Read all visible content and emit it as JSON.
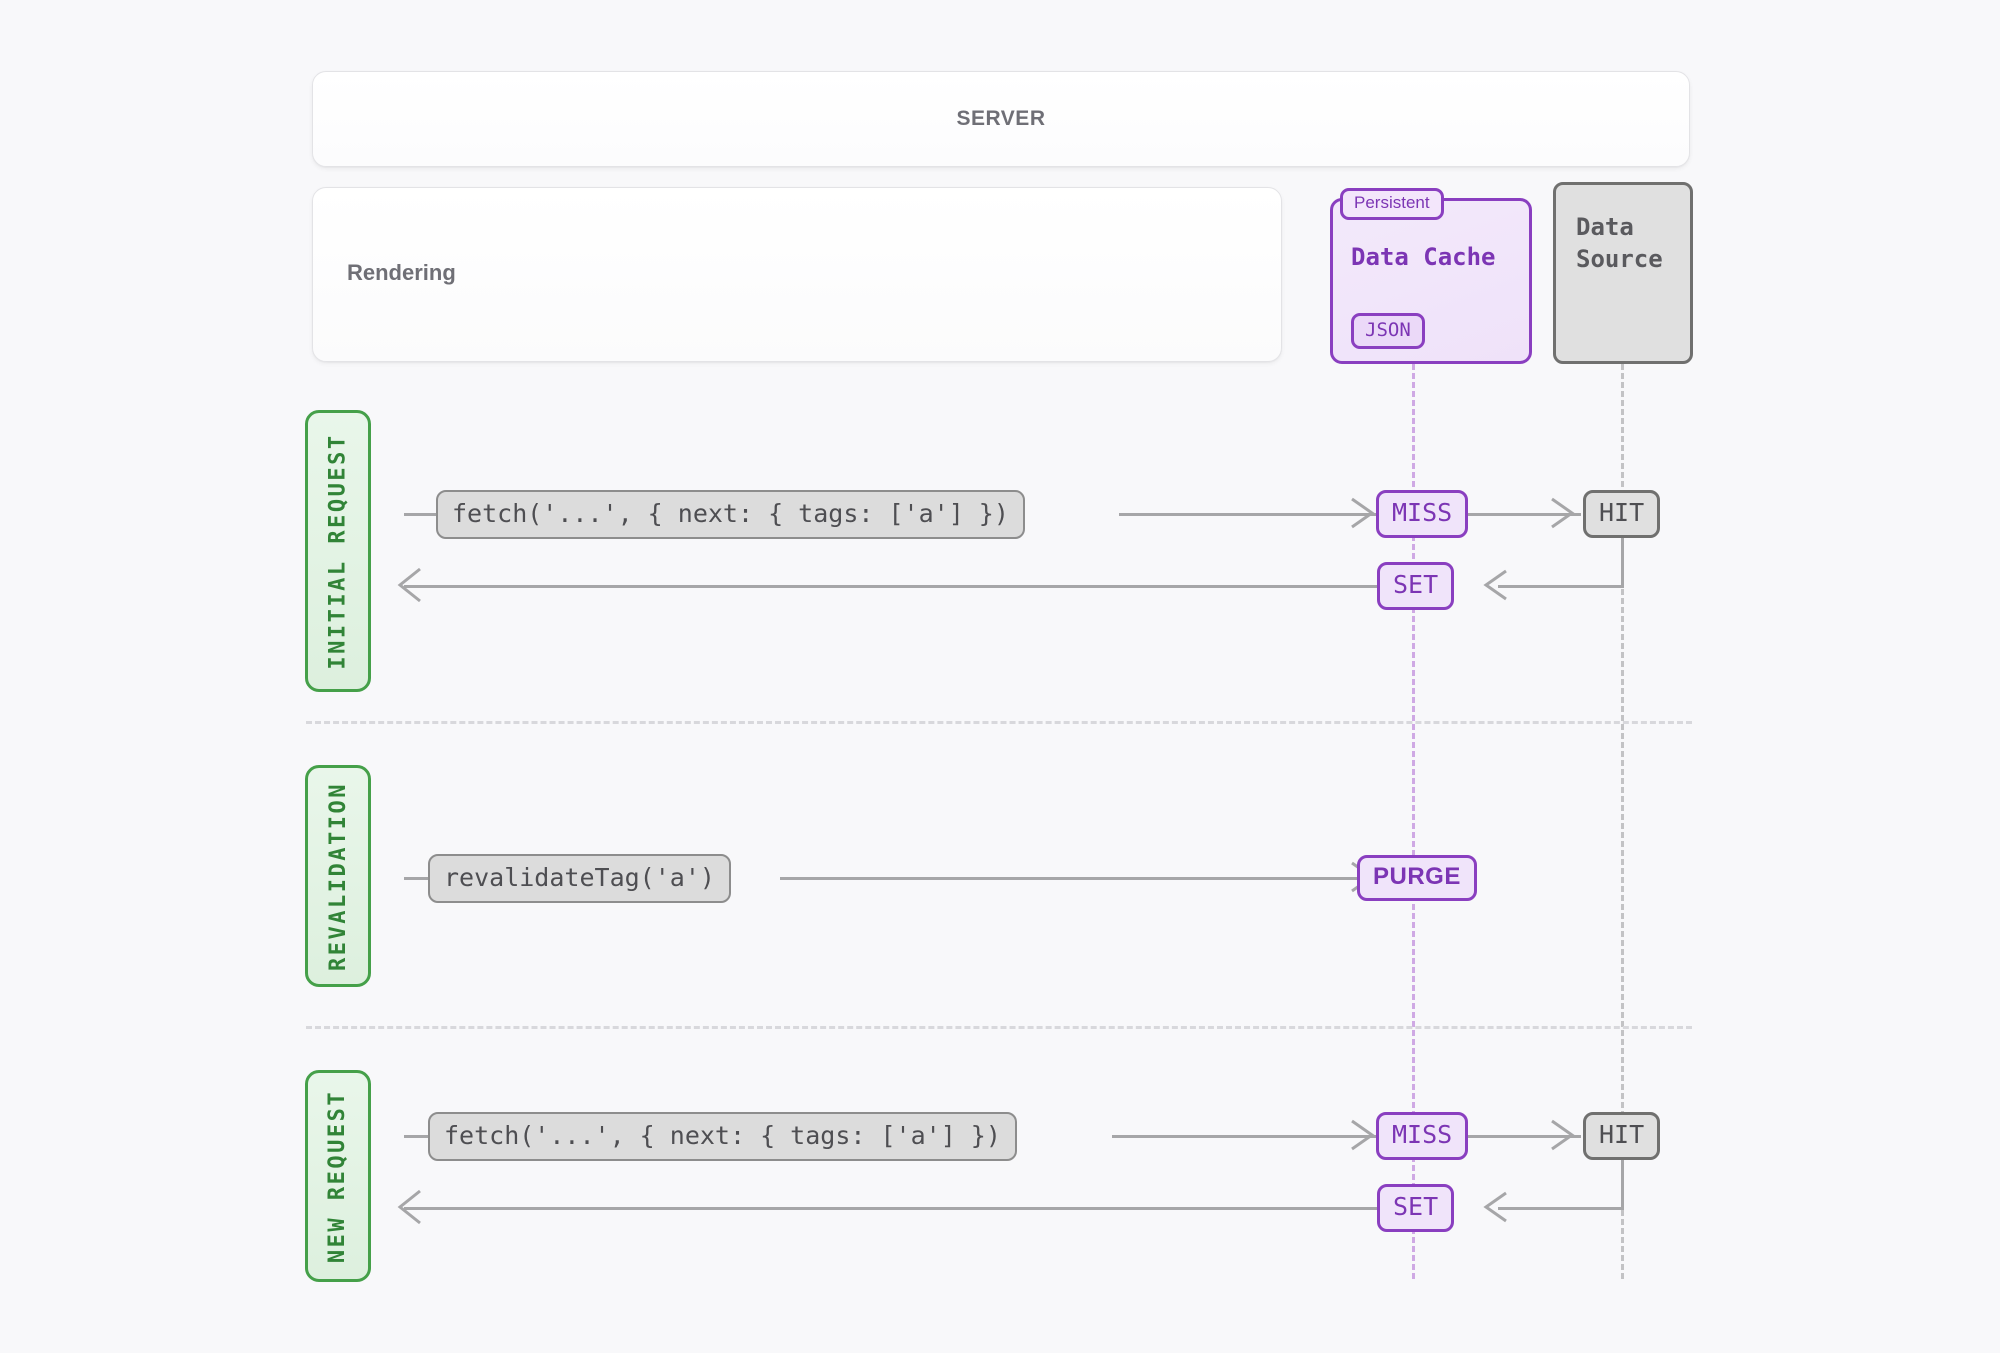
{
  "diagram": {
    "title": "Next.js Data Cache revalidateTag flow",
    "background": "#f8f8fa",
    "accent_purple": "#8a3fc0",
    "accent_green": "#45a049",
    "accent_gray": "#70706f"
  },
  "server": {
    "title": "SERVER"
  },
  "rendering": {
    "label": "Rendering"
  },
  "data_cache": {
    "badge": "Persistent",
    "title": "Data Cache",
    "chip": "JSON"
  },
  "data_source": {
    "line1": "Data",
    "line2": "Source"
  },
  "phases": [
    {
      "label": "INITIAL REQUEST"
    },
    {
      "label": "REVALIDATION"
    },
    {
      "label": "NEW REQUEST"
    }
  ],
  "messages": {
    "fetch_initial": "fetch('...', { next: { tags: ['a'] })",
    "revalidate": "revalidateTag('a')",
    "fetch_new": "fetch('...', { next: { tags: ['a'] })"
  },
  "badges": {
    "miss_initial": "MISS",
    "hit_initial": "HIT",
    "set_initial": "SET",
    "purge": "PURGE",
    "miss_new": "MISS",
    "hit_new": "HIT",
    "set_new": "SET"
  }
}
